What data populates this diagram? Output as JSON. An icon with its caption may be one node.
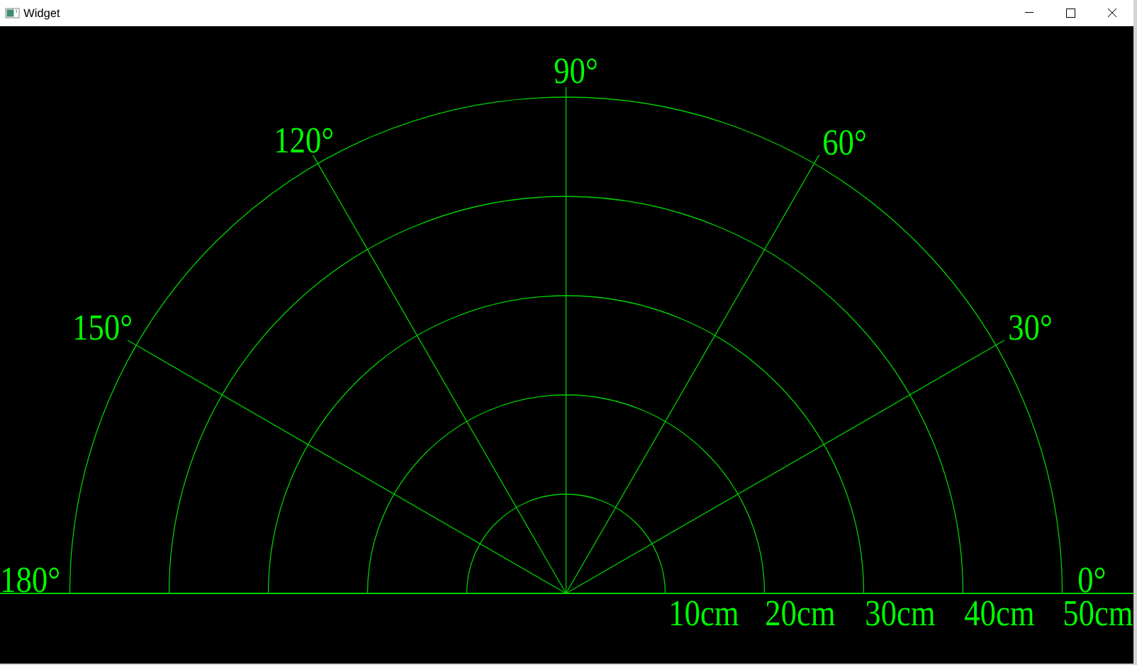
{
  "diagram": {
    "title": "Widget",
    "labels": [
      "90°",
      "120°",
      "60°",
      "150°",
      "30°",
      "180°",
      "0°",
      "10cm",
      "20cm",
      "30cm",
      "40cm",
      "50cm"
    ]
  }
}
